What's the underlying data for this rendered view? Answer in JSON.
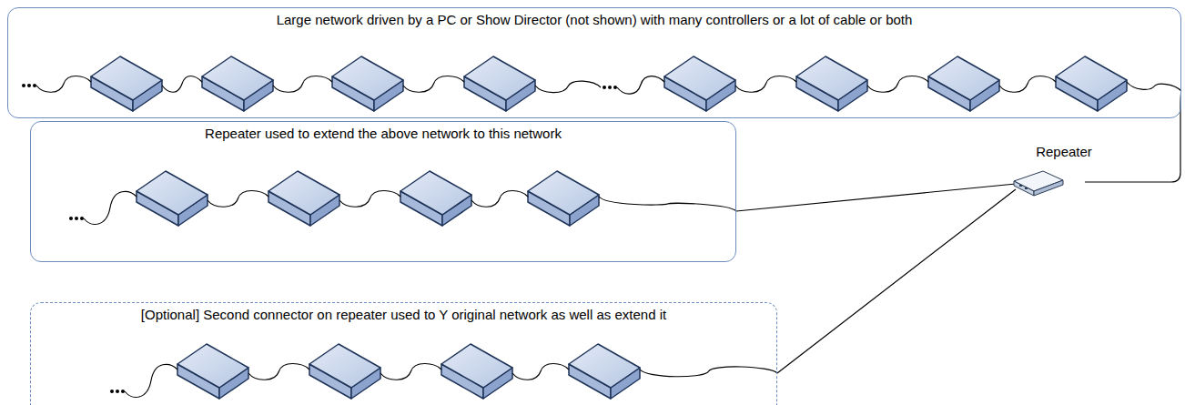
{
  "diagram": {
    "nodes": [
      {
        "text": [
          "Large network driven by a PC or Show Director (not shown) with many controllers or a lot of cable or both"
        ]
      },
      {
        "text": [
          "Repeater used to extend the above network to this network"
        ]
      },
      {
        "text": [
          "Repeater"
        ]
      },
      {
        "text": [
          "[Optional] Second connector on repeater used to Y original network as well as extend it"
        ]
      }
    ],
    "edges": [
      {
        "from": 0,
        "to": 2,
        "arrow": "none"
      },
      {
        "from": 2,
        "to": 1,
        "arrow": "none"
      },
      {
        "from": 2,
        "to": 3,
        "arrow": "none"
      }
    ]
  }
}
